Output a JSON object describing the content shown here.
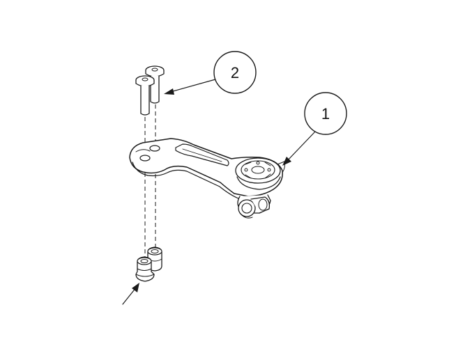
{
  "callouts": [
    {
      "id": "callout-1",
      "label": "1"
    },
    {
      "id": "callout-2",
      "label": "2"
    }
  ],
  "colors": {
    "line": "#1a1a1a",
    "background": "#ffffff"
  }
}
